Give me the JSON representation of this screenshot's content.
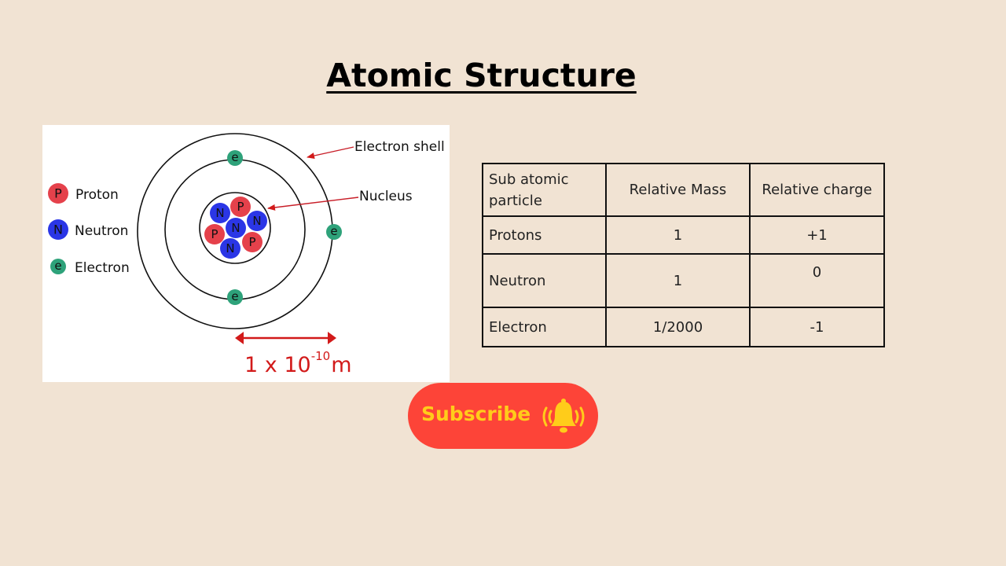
{
  "title": "Atomic Structure",
  "diagram": {
    "legend": [
      {
        "symbol": "P",
        "label": "Proton",
        "color": "#e5414b"
      },
      {
        "symbol": "N",
        "label": "Neutron",
        "color": "#2b36e6"
      },
      {
        "symbol": "e",
        "label": "Electron",
        "color": "#2ea27a"
      }
    ],
    "labels": {
      "electron_shell": "Electron shell",
      "nucleus": "Nucleus"
    },
    "nucleus_particles": [
      "N",
      "P",
      "N",
      "N",
      "P",
      "N",
      "P"
    ],
    "electron_symbol": "e",
    "scale": {
      "base": "1 x 10",
      "exponent": "-10",
      "unit": "m"
    },
    "colors": {
      "proton": "#e5414b",
      "neutron": "#2b36e6",
      "electron": "#2ea27a",
      "arrow": "#d21a1a"
    }
  },
  "table": {
    "headers": [
      "Sub atomic particle",
      "Relative Mass",
      "Relative charge"
    ],
    "header_line1": "Sub atomic",
    "header_line2": "particle",
    "rows": [
      {
        "particle": "Protons",
        "mass": "1",
        "charge": "+1"
      },
      {
        "particle": "Neutron",
        "mass": "1",
        "charge": "0"
      },
      {
        "particle": "Electron",
        "mass": "1/2000",
        "charge": "-1"
      }
    ]
  },
  "subscribe": {
    "label": "Subscribe",
    "icon": "bell-icon",
    "bg_color": "#fd4438",
    "text_color": "#ffcc1a"
  }
}
